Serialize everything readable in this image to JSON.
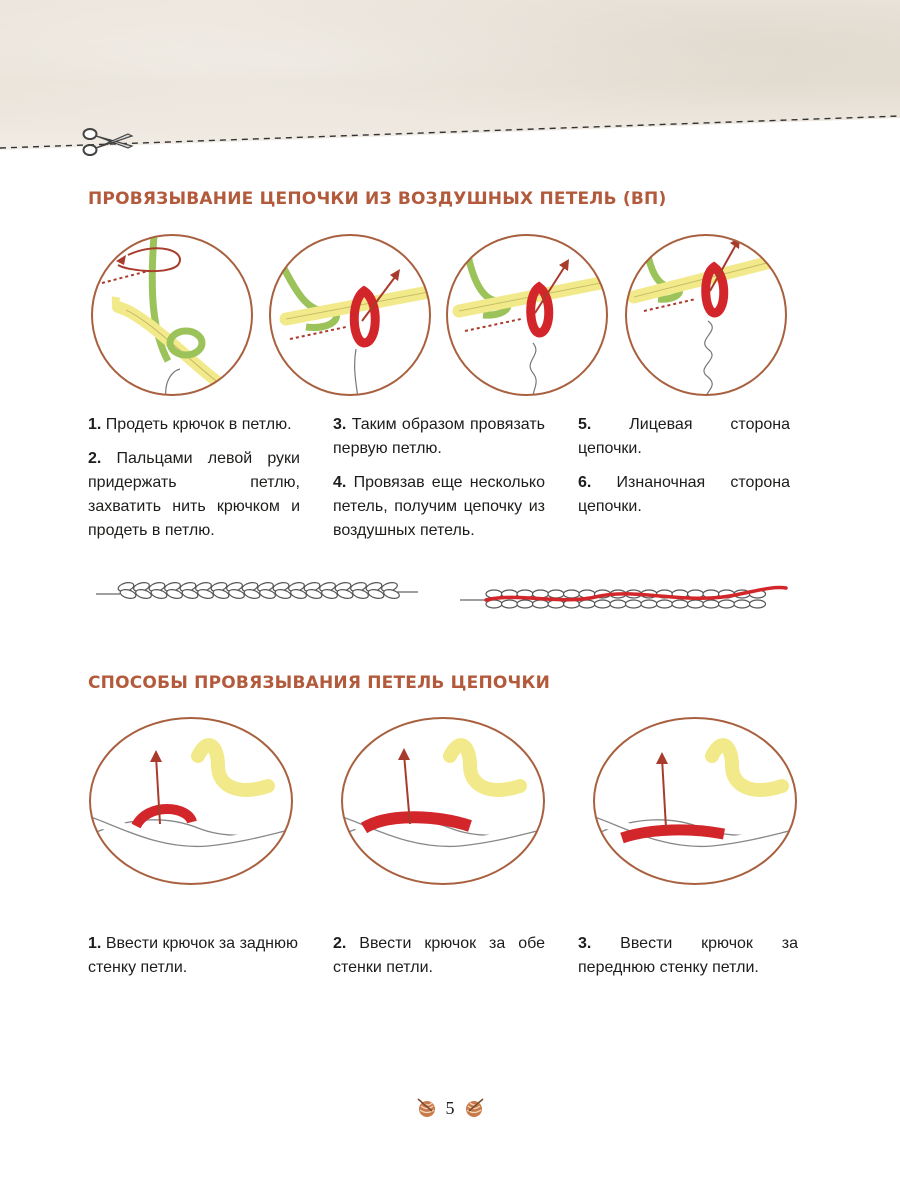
{
  "section1": {
    "title": "ПРОВЯЗЫВАНИЕ ЦЕПОЧКИ ИЗ ВОЗДУШНЫХ ПЕТЕЛЬ (ВП)",
    "steps": [
      {
        "num": "1.",
        "text": "Продеть крючок в петлю."
      },
      {
        "num": "2.",
        "text": "Пальцами левой руки придержать петлю, захватить нить крючком и продеть в петлю."
      },
      {
        "num": "3.",
        "text": "Таким образом провязать первую петлю."
      },
      {
        "num": "4.",
        "text": "Провязав еще несколько петель, получим цепочку из воздушных петель."
      },
      {
        "num": "5.",
        "text": "Лицевая сторона цепочки."
      },
      {
        "num": "6.",
        "text": "Изнаночная сторона цепочки."
      }
    ]
  },
  "section2": {
    "title": "СПОСОБЫ ПРОВЯЗЫВАНИЯ ПЕТЕЛЬ ЦЕПОЧКИ",
    "steps": [
      {
        "num": "1.",
        "text": "Ввести крючок за заднюю стенку петли."
      },
      {
        "num": "2.",
        "text": "Ввести крючок за обе стенки петли."
      },
      {
        "num": "3.",
        "text": "Ввести крючок за переднюю стенку петли."
      }
    ]
  },
  "footer": {
    "page_number": "5"
  },
  "icons": [
    "scissors-icon",
    "yarn-ball-icon"
  ],
  "colors": {
    "accent_title": "#b25a3b",
    "circle_border": "#a8603f",
    "yarn_green": "#9bc35a",
    "yarn_red": "#d3262b",
    "hook_yellow": "#f2ea8a",
    "yarn_white": "#ffffff"
  }
}
